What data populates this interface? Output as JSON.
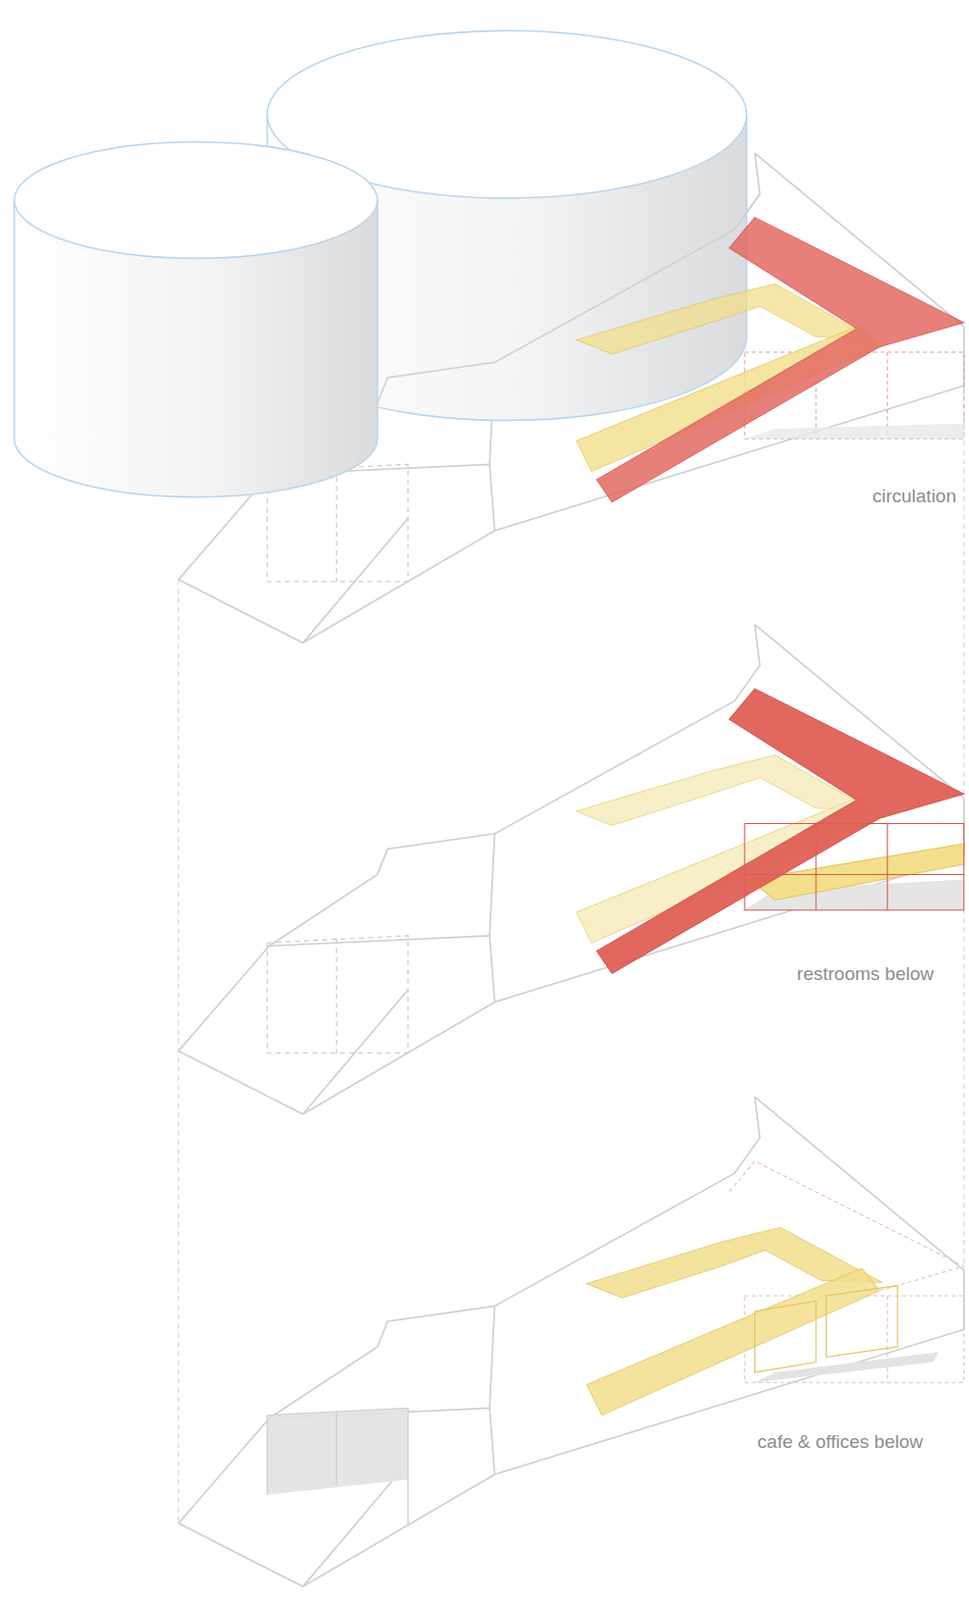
{
  "diagram": {
    "labels": [
      "circulation",
      "restrooms below",
      "cafe & offices below"
    ]
  }
}
